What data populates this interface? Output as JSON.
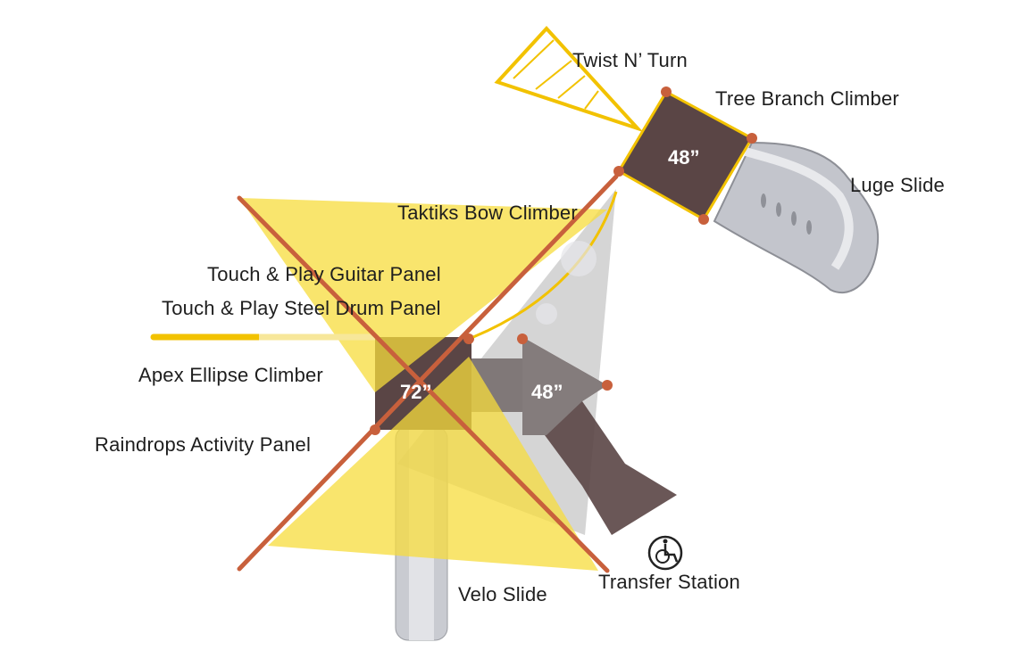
{
  "labels": {
    "twist_n_turn": "Twist N’ Turn",
    "tree_branch_climber": "Tree Branch Climber",
    "luge_slide": "Luge Slide",
    "taktiks_bow_climber": "Taktiks Bow Climber",
    "guitar_panel": "Touch & Play Guitar Panel",
    "steel_drum_panel": "Touch & Play Steel Drum Panel",
    "apex_ellipse_climber": "Apex Ellipse Climber",
    "raindrops_panel": "Raindrops Activity Panel",
    "velo_slide": "Velo Slide",
    "transfer_station": "Transfer Station"
  },
  "decks": {
    "upper": "48”",
    "main": "72”",
    "middle": "48”"
  },
  "icons": {
    "accessibility": "wheelchair-icon"
  },
  "colors": {
    "shade_yellow": "#f7dc3c",
    "deck_brown": "#5a4545",
    "pole_red": "#c8603c",
    "slide_gray": "#c4c6cc",
    "frame_yellow": "#f2c200"
  }
}
